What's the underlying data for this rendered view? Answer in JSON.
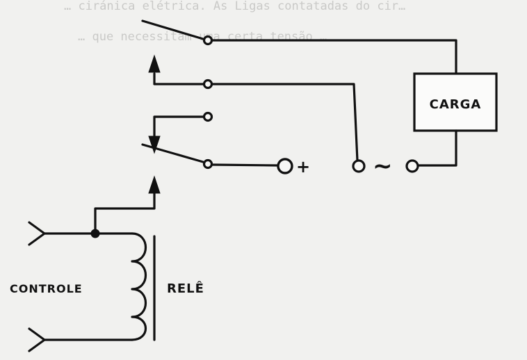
{
  "labels": {
    "carga": "CARGA",
    "controle": "CONTROLE",
    "rele": "RELÊ",
    "plus": "+",
    "tilde": "~"
  },
  "top_bleed_text": [
    "… ciránica elétrica. As Ligas contatadas do cir…",
    "… que necessitam uma certa tensão …"
  ]
}
